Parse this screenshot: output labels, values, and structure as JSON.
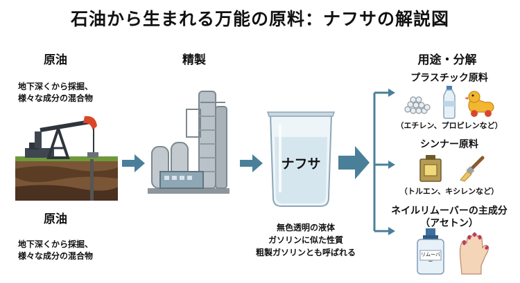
{
  "title": "石油から生まれる万能の原料：ナフサの解説図",
  "crude": {
    "heading": "原油",
    "description": "地下深くから採掘、\n様々な成分の混合物",
    "heading_lower": "原油",
    "description_lower": "地下深くから採掘、\n様々な成分の混合物"
  },
  "refining": {
    "heading": "精製"
  },
  "naphtha": {
    "label": "ナフサ",
    "description": "無色透明の液体\nガソリンに似た性質\n粗製ガソリンとも呼ばれる"
  },
  "uses": {
    "heading": "用途・分解",
    "items": [
      {
        "label": "プラスチック原料",
        "sub": "（エチレン、プロピレンなど）"
      },
      {
        "label": "シンナー原料",
        "sub": "（トルエン、キシレンなど）"
      },
      {
        "label": "ネイルリムーバーの主成分",
        "sub": "（アセトン）",
        "bottle_label": "リムーバー"
      }
    ]
  },
  "colors": {
    "arrow": "#4a7f9a",
    "pump_head": "#d9472b",
    "soil": "#6b4a2e",
    "tank": "#b9c2c8"
  },
  "icons": [
    "oil-pump-icon",
    "refinery-icon",
    "beaker-icon",
    "pellets-icon",
    "pet-bottle-icon",
    "toy-duck-icon",
    "paint-can-icon",
    "brush-icon",
    "remover-bottle-icon",
    "hand-icon"
  ]
}
